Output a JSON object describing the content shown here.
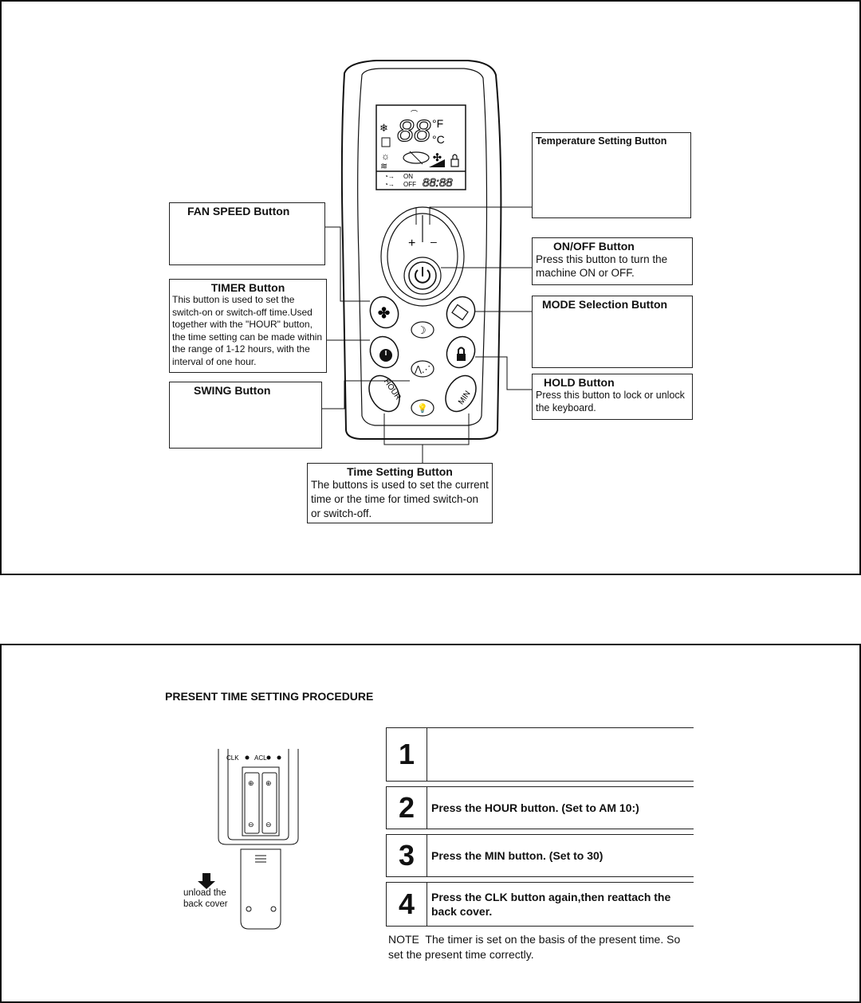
{
  "diagram": {
    "lcd": {
      "temp_digits": "88",
      "unit_f": "°F",
      "unit_c": "°C",
      "on_label": "ON",
      "off_label": "OFF",
      "clock_digits": "88:88"
    },
    "buttons": {
      "plus": "+",
      "minus": "–",
      "hour": "HOUR",
      "min": "MIN",
      "mode": "MODE"
    },
    "callouts": {
      "fan_speed": {
        "title": "FAN SPEED Button",
        "body": ""
      },
      "timer": {
        "title": "TIMER Button",
        "body": "This button is used to set the switch-on or switch-off time.Used together with the \"HOUR\" button, the time setting can be made within the range of 1-12 hours, with the interval of one hour."
      },
      "swing": {
        "title": "SWING Button",
        "body": ""
      },
      "temperature": {
        "title": "Temperature Setting Button",
        "body": ""
      },
      "on_off": {
        "title": "ON/OFF Button",
        "body": "Press this button to turn the machine ON or OFF."
      },
      "mode": {
        "title": "MODE Selection Button",
        "body": ""
      },
      "hold": {
        "title": "HOLD Button",
        "body": "Press this button to lock or unlock the keyboard."
      },
      "time_setting": {
        "title": "Time Setting Button",
        "body": "The buttons is used to set the current time or the time for timed switch-on or switch-off."
      }
    }
  },
  "procedure": {
    "heading": "PRESENT TIME SETTING PROCEDURE",
    "battery_labels": {
      "clk": "CLK",
      "acl": "ACL"
    },
    "unload_label": "unload the back cover",
    "steps": [
      {
        "num": "1",
        "text": ""
      },
      {
        "num": "2",
        "text": "Press the HOUR button. (Set to AM 10:)"
      },
      {
        "num": "3",
        "text": "Press the MIN button. (Set to 30)"
      },
      {
        "num": "4",
        "text": "Press the CLK button again,then reattach the back cover."
      }
    ],
    "note": "NOTE  The timer is set on the basis of the present time. So set the present time correctly."
  }
}
